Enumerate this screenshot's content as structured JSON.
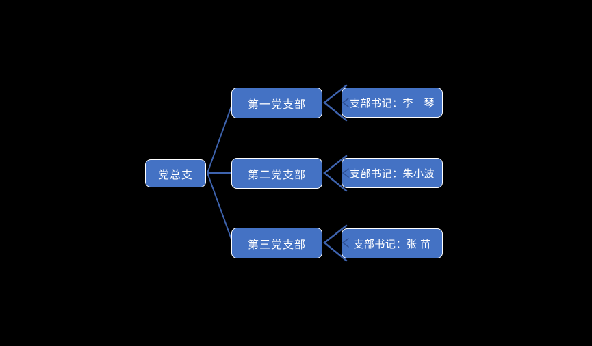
{
  "diagram": {
    "type": "org-chart",
    "background": "#000000",
    "colors": {
      "node_fill": "#4472C4",
      "node_border": "#FFFFFF",
      "node_text": "#FFFFFF",
      "connector": "#3E63AE",
      "arrow_mark": "#2E4F94"
    },
    "root": {
      "label": "党总支"
    },
    "branches": [
      {
        "label": "第一党支部",
        "secretary": "支部书记：李　琴"
      },
      {
        "label": "第二党支部",
        "secretary": "支部书记：朱小波"
      },
      {
        "label": "第三党支部",
        "secretary": "支部书记：张 苗"
      }
    ]
  }
}
